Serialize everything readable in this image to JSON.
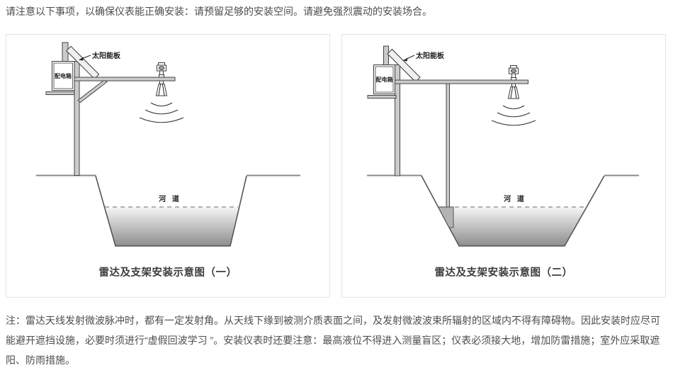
{
  "colors": {
    "text": "#4d4d4d",
    "panel_border": "#e4e4e4",
    "diagram_line": "#3a3a3a",
    "metal_fill": "#cbcbcb",
    "water_top": "#f6f6f6",
    "water_bottom": "#8d8d8d"
  },
  "intro": "请注意以下事项，以确保仪表能正确安装：请预留足够的安装空间。请避免强烈震动的安装场合。",
  "note": "注：雷达天线发射微波脉冲时，都有一定发射角。从天线下缘到被测介质表面之间，及发射微波波束所辐射的区域内不得有障碍物。因此安装时应尽可能避开遮挡设施，必要时须进行“虚假回波学习 ”。安装仪表时还要注意：最高液位不得进入测量盲区；仪表必须接大地，增加防雷措施；室外应采取遮阳、防雨措施。",
  "diagram1": {
    "caption": "雷达及支架安装示意图（一）",
    "solar_panel_label": "太阳能板",
    "power_box_label": "配电箱",
    "river_label": "河 道"
  },
  "diagram2": {
    "caption": "雷达及支架安装示意图（二）",
    "solar_panel_label": "太阳能板",
    "power_box_label": "配电箱",
    "river_label": "河 道"
  }
}
